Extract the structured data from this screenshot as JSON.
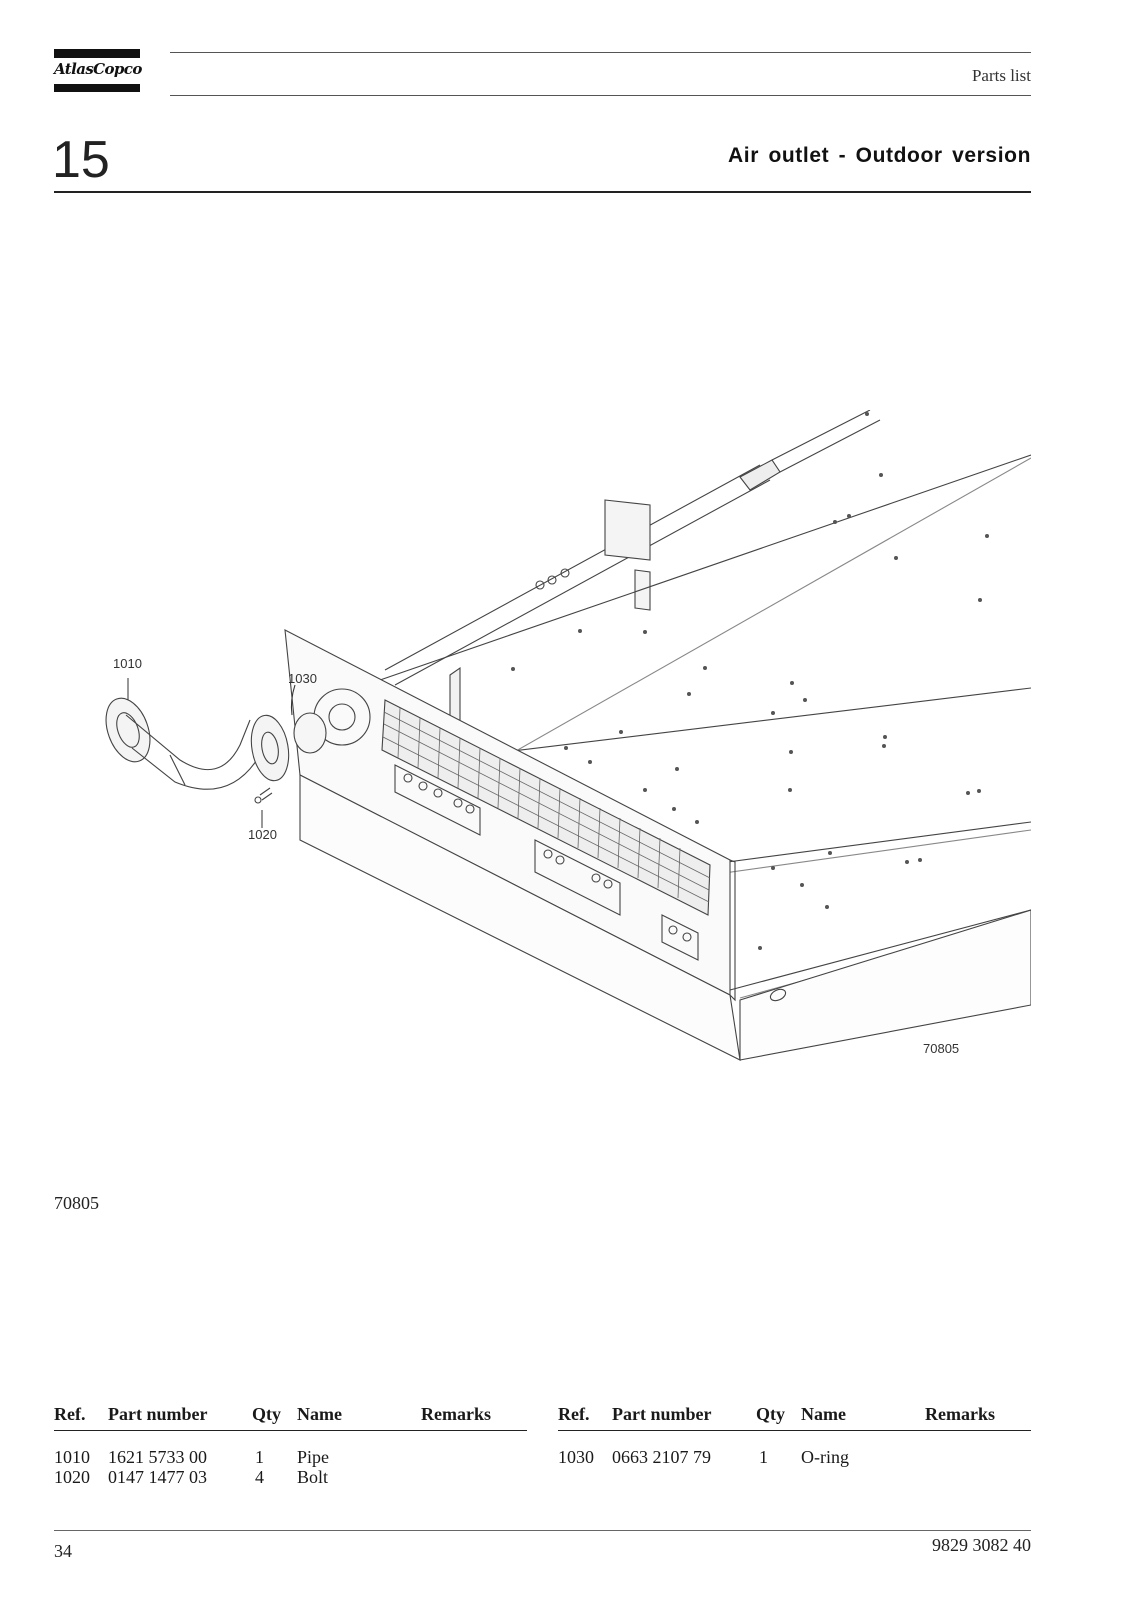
{
  "header": {
    "logo_text": "AtlasCopco",
    "section": "Parts list"
  },
  "chapter": {
    "number": "15",
    "title": "Air outlet - Outdoor version"
  },
  "figure": {
    "callouts": [
      "1010",
      "1020",
      "1030"
    ],
    "drawing_number": "70805",
    "caption": "70805"
  },
  "parts_table": {
    "columns": [
      "Ref.",
      "Part number",
      "Qty",
      "Name",
      "Remarks"
    ],
    "left": [
      {
        "ref": "1010",
        "part_number": "1621 5733 00",
        "qty": "1",
        "name": "Pipe",
        "remarks": ""
      },
      {
        "ref": "1020",
        "part_number": "0147 1477 03",
        "qty": "4",
        "name": "Bolt",
        "remarks": ""
      }
    ],
    "right": [
      {
        "ref": "1030",
        "part_number": "0663 2107 79",
        "qty": "1",
        "name": "O-ring",
        "remarks": ""
      }
    ]
  },
  "footer": {
    "page": "34",
    "doc_number": "9829 3082 40"
  }
}
